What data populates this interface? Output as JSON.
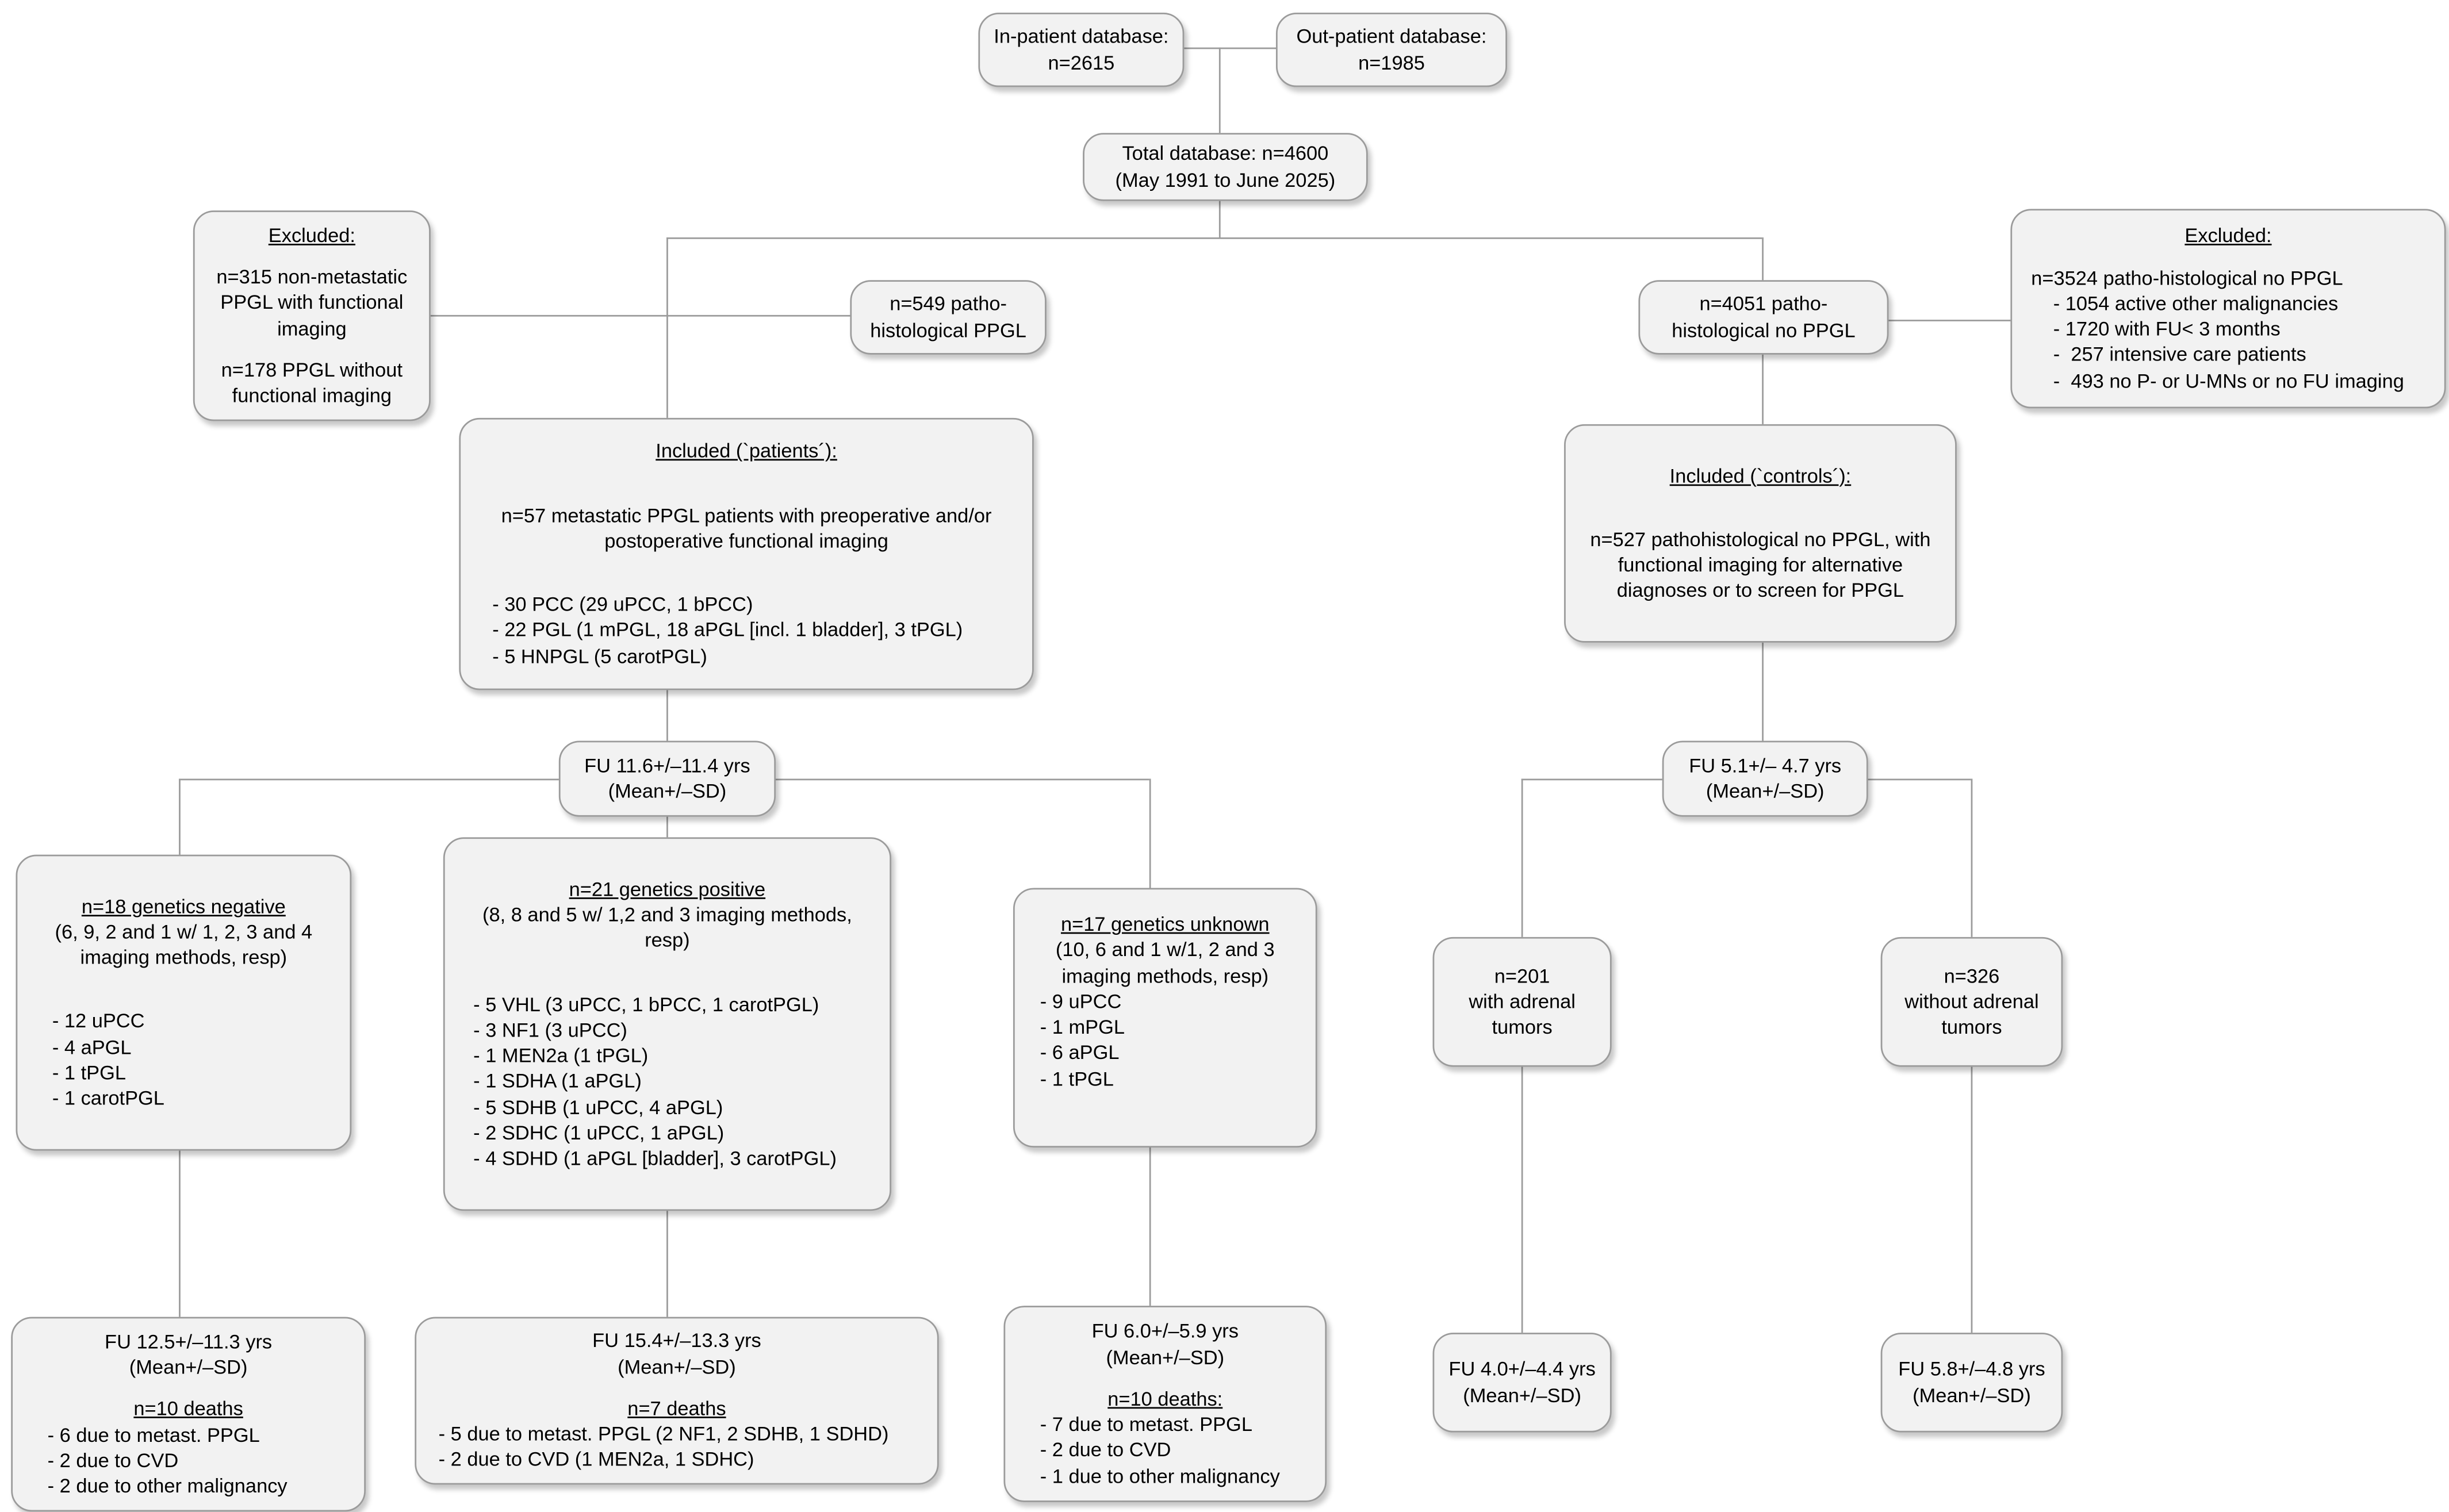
{
  "colors": {
    "box_fill": "#f2f2f2",
    "box_border": "#9b9b9b",
    "connector": "#9b9b9b",
    "text": "#000000",
    "background": "#ffffff"
  },
  "boxes": {
    "inpatient": {
      "line1": "In-patient database:",
      "line2": "n=2615"
    },
    "outpatient": {
      "line1": "Out-patient database:",
      "line2": "n=1985"
    },
    "total": {
      "line1": "Total database: n=4600",
      "line2": "(May 1991 to June 2025)"
    },
    "excluded_left": {
      "title": "Excluded:",
      "item1": "n=315 non-metastatic PPGL with functional imaging",
      "item2": "n=178 PPGL without functional imaging"
    },
    "patho_ppgl": {
      "line1": "n=549 patho-",
      "line2": "histological PPGL"
    },
    "patho_no_ppgl": {
      "line1": "n=4051 patho-",
      "line2": "histological no PPGL"
    },
    "excluded_right": {
      "title": "Excluded:",
      "intro": "n=3524 patho-histological no PPGL",
      "bullets": [
        "- 1054 active other malignancies",
        "- 1720 with FU< 3 months",
        "-  257 intensive care patients",
        "-  493 no P- or U-MNs or no FU imaging"
      ]
    },
    "included_patients": {
      "title": "Included (`patients´):",
      "intro": "n=57 metastatic PPGL patients with preoperative and/or postoperative functional imaging",
      "bullets": [
        "- 30 PCC (29 uPCC, 1 bPCC)",
        "- 22 PGL (1 mPGL, 18 aPGL [incl. 1 bladder], 3 tPGL)",
        "- 5 HNPGL (5 carotPGL)"
      ]
    },
    "included_controls": {
      "title": "Included (`controls´):",
      "intro": "n=527 pathohistological no PPGL, with functional imaging for alternative diagnoses or to screen for PPGL"
    },
    "fu_patients": {
      "line1": "FU 11.6+/–11.4 yrs",
      "line2": "(Mean+/–SD)"
    },
    "fu_controls": {
      "line1": "FU 5.1+/– 4.7 yrs",
      "line2": "(Mean+/–SD)"
    },
    "genetics_negative": {
      "title": "n=18 genetics negative",
      "subtitle": "(6, 9, 2 and 1 w/ 1, 2, 3 and 4 imaging methods, resp)",
      "bullets": [
        "- 12 uPCC",
        "- 4 aPGL",
        "- 1 tPGL",
        "- 1 carotPGL"
      ]
    },
    "genetics_positive": {
      "title": "n=21 genetics positive",
      "subtitle": "(8, 8 and 5 w/ 1,2 and 3 imaging methods, resp)",
      "bullets": [
        "- 5 VHL (3 uPCC, 1 bPCC, 1 carotPGL)",
        "- 3 NF1 (3 uPCC)",
        "- 1 MEN2a (1 tPGL)",
        "- 1 SDHA (1 aPGL)",
        "- 5 SDHB (1 uPCC, 4 aPGL)",
        "- 2 SDHC (1 uPCC, 1 aPGL)",
        "- 4 SDHD (1 aPGL [bladder], 3 carotPGL)"
      ]
    },
    "genetics_unknown": {
      "title": "n=17 genetics unknown",
      "subtitle": "(10, 6 and 1 w/1, 2 and 3 imaging methods, resp)",
      "bullets": [
        "- 9 uPCC",
        "- 1 mPGL",
        "- 6 aPGL",
        "- 1 tPGL"
      ]
    },
    "adrenal_with": {
      "line1": "n=201",
      "line2": "with adrenal",
      "line3": "tumors"
    },
    "adrenal_without": {
      "line1": "n=326",
      "line2": "without adrenal",
      "line3": "tumors"
    },
    "fu_genetics_negative": {
      "line1": "FU 12.5+/–11.3 yrs",
      "line2": "(Mean+/–SD)",
      "deaths_title": "n=10 deaths",
      "bullets": [
        "- 6 due to metast. PPGL",
        "- 2 due to CVD",
        "- 2 due to other malignancy"
      ]
    },
    "fu_genetics_positive": {
      "line1": "FU 15.4+/–13.3 yrs",
      "line2": "(Mean+/–SD)",
      "deaths_title": "n=7 deaths",
      "bullets": [
        "- 5  due to metast. PPGL (2 NF1, 2 SDHB, 1 SDHD)",
        "- 2 due to CVD (1 MEN2a, 1 SDHC)"
      ]
    },
    "fu_genetics_unknown": {
      "line1": "FU 6.0+/–5.9 yrs",
      "line2": "(Mean+/–SD)",
      "deaths_title": "n=10 deaths:",
      "bullets": [
        "- 7 due to metast. PPGL",
        "- 2 due to CVD",
        "- 1 due to other malignancy"
      ]
    },
    "fu_adrenal_with": {
      "line1": "FU 4.0+/–4.4 yrs",
      "line2": "(Mean+/–SD)"
    },
    "fu_adrenal_without": {
      "line1": "FU 5.8+/–4.8 yrs",
      "line2": "(Mean+/–SD)"
    }
  }
}
